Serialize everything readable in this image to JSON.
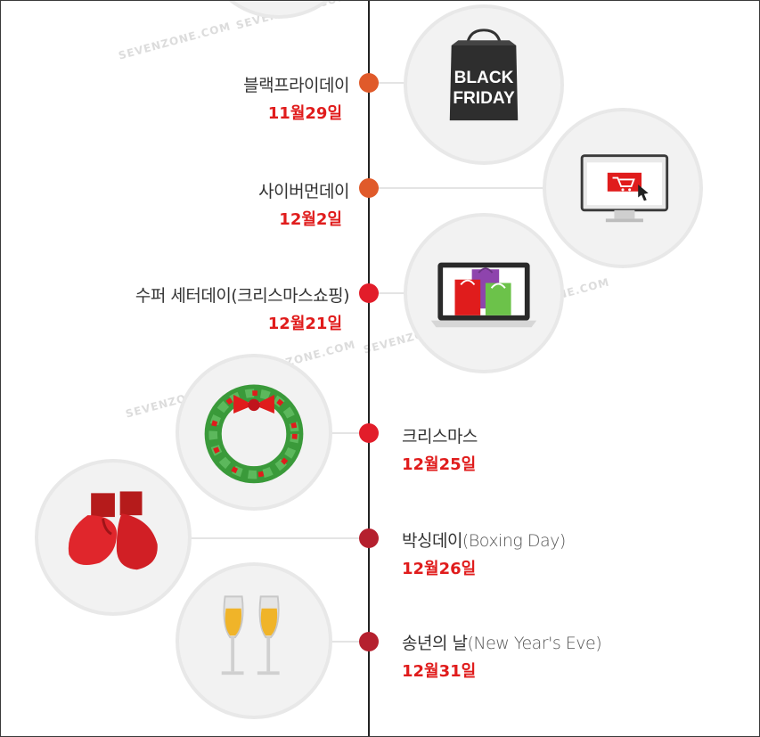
{
  "watermark": "SEVENZONE.COM",
  "colors": {
    "axis": "#222222",
    "dot_orange": "#e05a2a",
    "dot_red": "#e21d2a",
    "dot_darkred": "#b5202e",
    "date_red": "#e01c1c"
  },
  "events": [
    {
      "name": "블랙프라이데이",
      "date": "11월29일",
      "icon": "black-friday-bag-icon",
      "dot": "orange"
    },
    {
      "name": "사이버먼데이",
      "date": "12월2일",
      "icon": "computer-monitor-cart-icon",
      "dot": "orange"
    },
    {
      "name": "수퍼 세터데이(크리스마스쇼핑)",
      "date": "12월21일",
      "icon": "laptop-shopping-bags-icon",
      "dot": "red"
    },
    {
      "name": "크리스마스",
      "date": "12월25일",
      "icon": "christmas-wreath-icon",
      "dot": "red"
    },
    {
      "name": "박싱데이",
      "name_en": "(Boxing Day)",
      "date": "12월26일",
      "icon": "boxing-gloves-icon",
      "dot": "darkred"
    },
    {
      "name": "송년의 날",
      "name_en": "(New Year's Eve)",
      "date": "12월31일",
      "icon": "champagne-glasses-icon",
      "dot": "darkred"
    }
  ],
  "icon_text": {
    "bag_line1": "BLACK",
    "bag_line2": "FRIDAY"
  }
}
